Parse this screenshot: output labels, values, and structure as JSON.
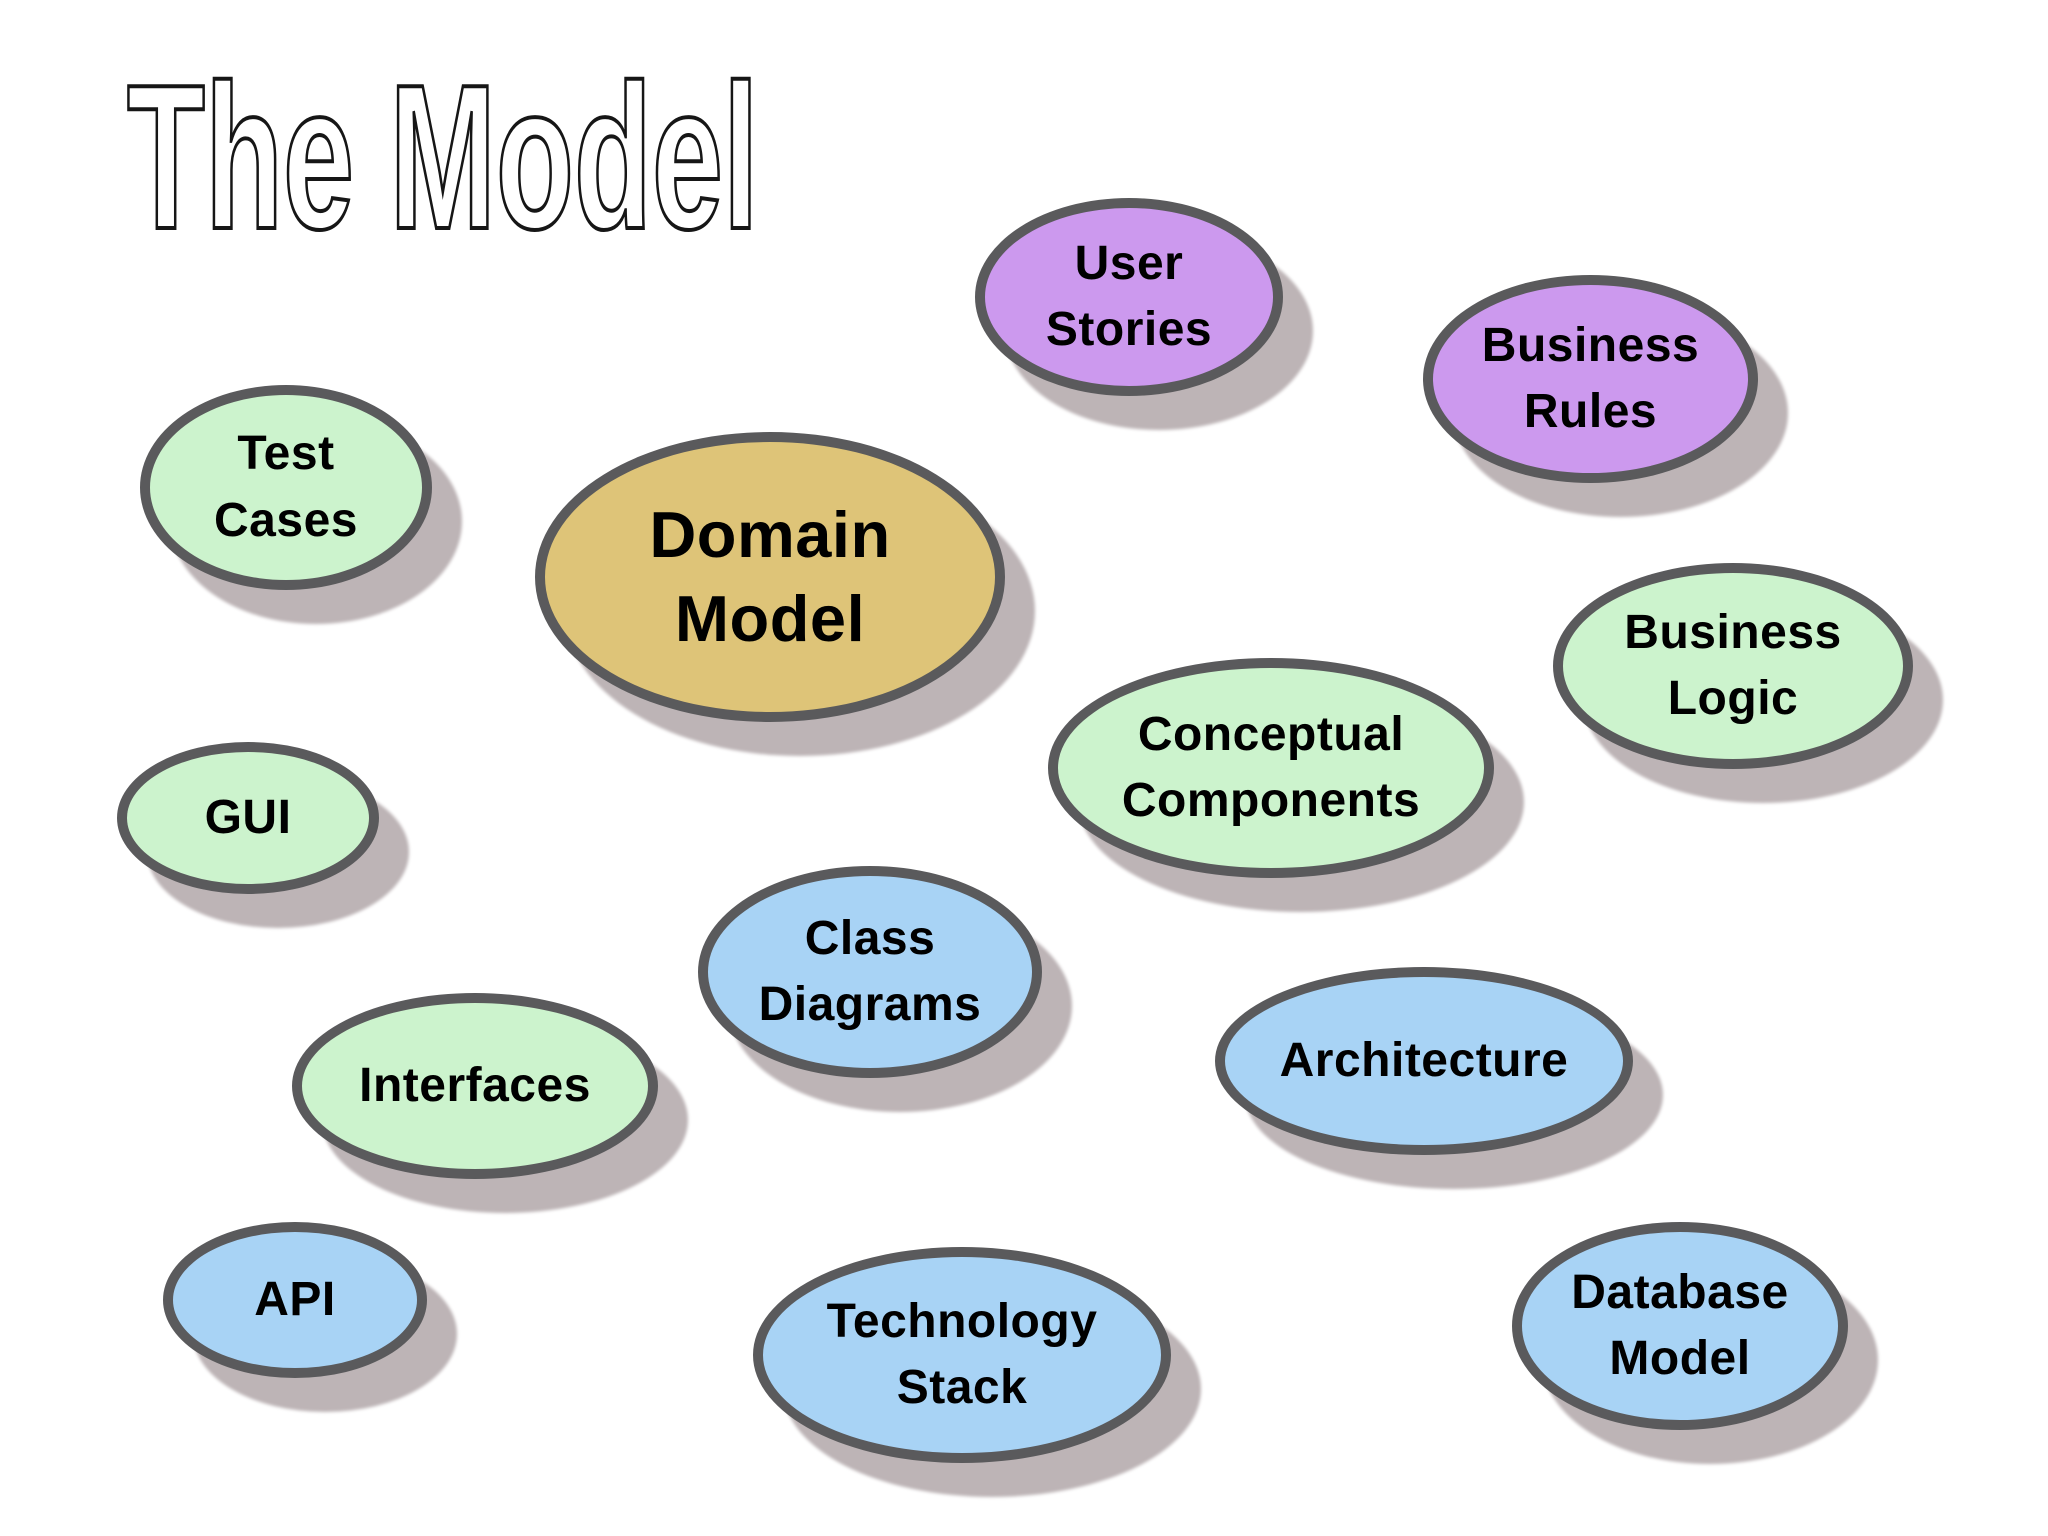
{
  "title": "The Model",
  "palette": {
    "purple": "#cc99ee",
    "green": "#ccf3cd",
    "blue": "#a8d3f5",
    "tan": "#dec478",
    "border": "#5a5a5c",
    "shadow": "#bdb4b6",
    "text": "#000000",
    "background": "#ffffff"
  },
  "bubbles": [
    {
      "id": "test-cases",
      "label": "Test\nCases",
      "color": "green"
    },
    {
      "id": "user-stories",
      "label": "User\nStories",
      "color": "purple"
    },
    {
      "id": "business-rules",
      "label": "Business\nRules",
      "color": "purple"
    },
    {
      "id": "domain-model",
      "label": "Domain\nModel",
      "color": "tan"
    },
    {
      "id": "business-logic",
      "label": "Business\nLogic",
      "color": "green"
    },
    {
      "id": "conceptual-components",
      "label": "Conceptual\nComponents",
      "color": "green"
    },
    {
      "id": "gui",
      "label": "GUI",
      "color": "green"
    },
    {
      "id": "class-diagrams",
      "label": "Class\nDiagrams",
      "color": "blue"
    },
    {
      "id": "architecture",
      "label": "Architecture",
      "color": "blue"
    },
    {
      "id": "interfaces",
      "label": "Interfaces",
      "color": "green"
    },
    {
      "id": "api",
      "label": "API",
      "color": "blue"
    },
    {
      "id": "technology-stack",
      "label": "Technology\nStack",
      "color": "blue"
    },
    {
      "id": "database-model",
      "label": "Database\nModel",
      "color": "blue"
    }
  ]
}
